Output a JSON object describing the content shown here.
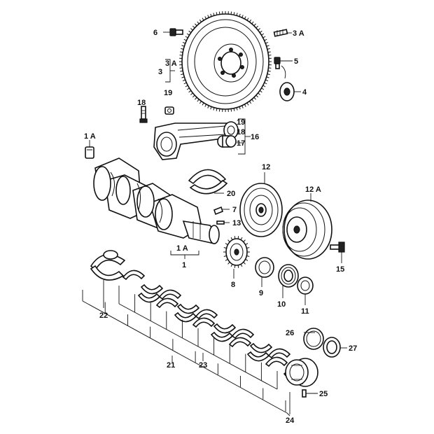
{
  "callouts": {
    "c1": "1",
    "c1a_top": "1 A",
    "c1a_bottom": "1 A",
    "c3": "3",
    "c3a_left": "3 A",
    "c3a_right": "3 A",
    "c4": "4",
    "c5": "5",
    "c6": "6",
    "c7": "7",
    "c8": "8",
    "c9": "9",
    "c10": "10",
    "c11": "11",
    "c12": "12",
    "c12a": "12 A",
    "c13": "13",
    "c15": "15",
    "c16": "16",
    "c17": "17",
    "c18_left": "18",
    "c18_right": "18",
    "c19_left": "19",
    "c19_right": "19",
    "c20": "20",
    "c21": "21",
    "c22": "22",
    "c23": "23",
    "c24": "24",
    "c25": "25",
    "c26": "26",
    "c27": "27"
  },
  "colors": {
    "ink": "#111111",
    "paper": "#ffffff"
  }
}
